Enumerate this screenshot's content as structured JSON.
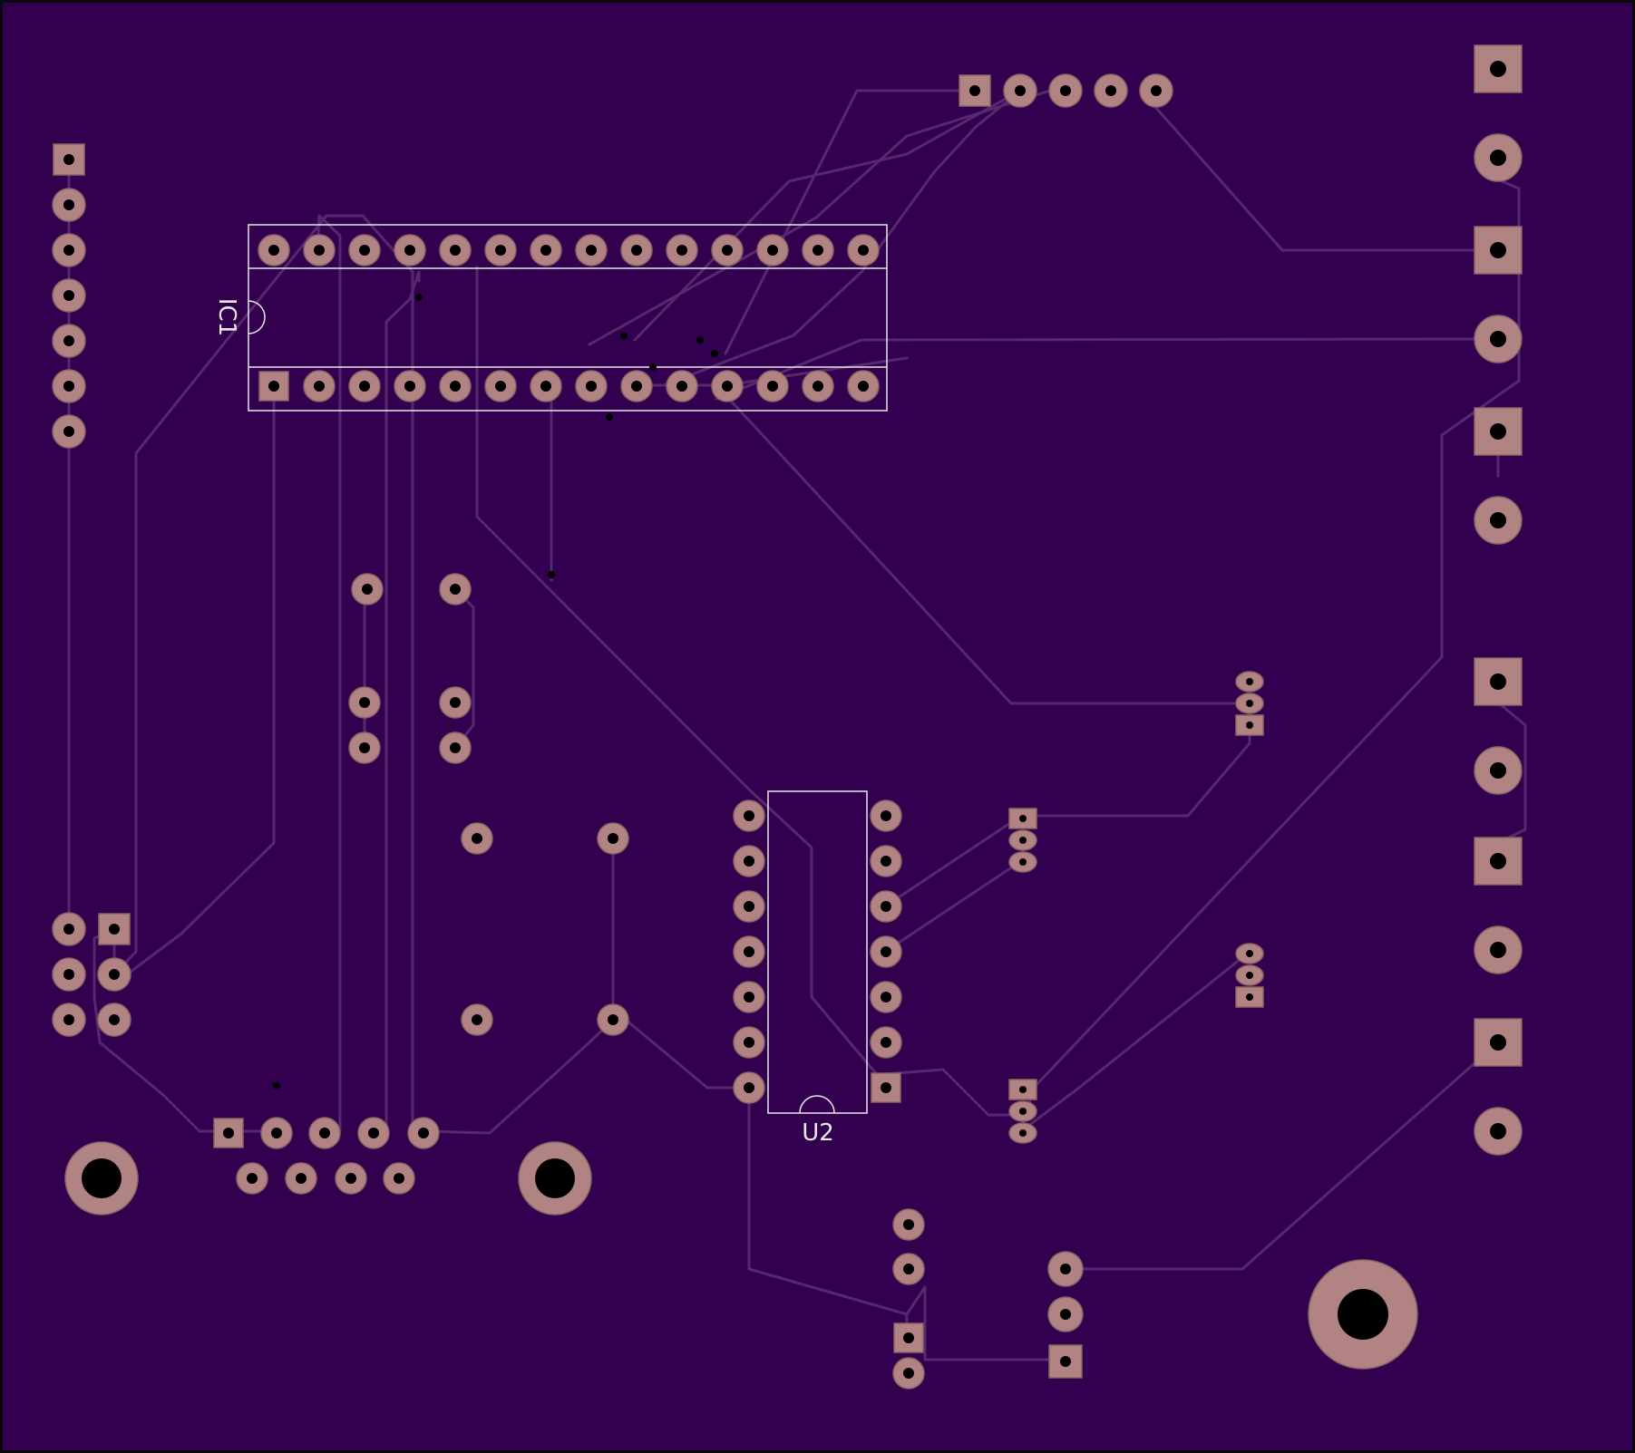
{
  "board": {
    "colors": {
      "substrate": "#33004f",
      "outline": "#0a0a0a",
      "trace": "#57286e",
      "pad": "#b28383",
      "pad_edge": "#8a6464",
      "drill": "#000000",
      "silk": "#e8e8e8"
    },
    "components": [
      {
        "ref": "IC1",
        "label": "IC1",
        "type": "DIP-28",
        "pins": 28
      },
      {
        "ref": "U2",
        "label": "U2",
        "type": "DIP-14",
        "pins": 14
      }
    ],
    "connectors": [
      {
        "name": "header-left-7pin",
        "pins": 7
      },
      {
        "name": "header-top-5pin",
        "pins": 5
      },
      {
        "name": "screw-terminals-right",
        "pins": 12
      },
      {
        "name": "header-2x3",
        "pins": 6
      },
      {
        "name": "db9-connector",
        "pins": 9
      },
      {
        "name": "transistor-to92",
        "count": 4
      }
    ],
    "mounting_holes": 3
  }
}
